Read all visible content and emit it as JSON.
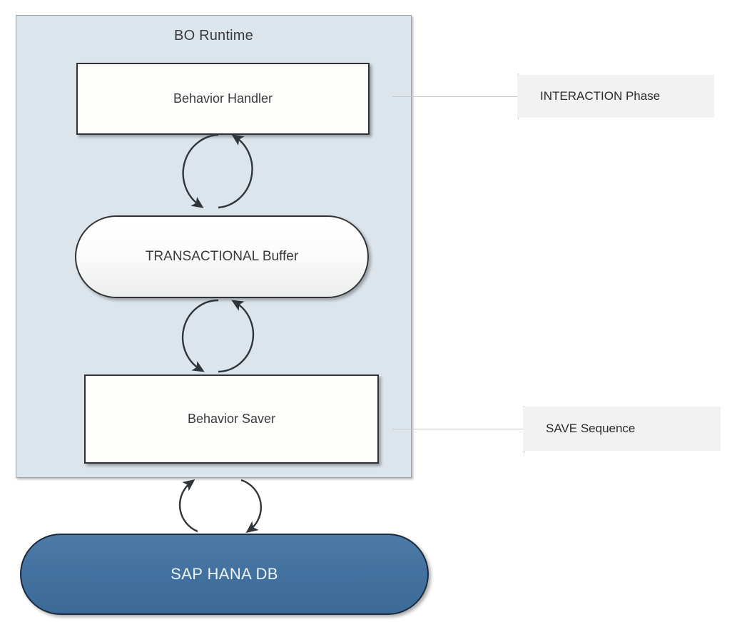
{
  "diagram": {
    "title": "BO Runtime",
    "container": {
      "name": "BO Runtime",
      "fill_color": "#dce4ec",
      "border_color": "#9aa3ad"
    },
    "nodes": [
      {
        "id": "behavior-handler",
        "label": "Behavior Handler",
        "shape": "rectangle",
        "fill_color": "#fdfdfb",
        "border_color": "#2f3337",
        "text_color": "#3a3a3a"
      },
      {
        "id": "transactional-buffer",
        "label": "TRANSACTIONAL Buffer",
        "shape": "stadium",
        "fill_color": "#fbfbfb",
        "border_color": "#2f3337",
        "text_color": "#3a3a3a"
      },
      {
        "id": "behavior-saver",
        "label": "Behavior Saver",
        "shape": "rectangle",
        "fill_color": "#fdfdfb",
        "border_color": "#2f3337",
        "text_color": "#3a3a3a"
      },
      {
        "id": "sap-hana-db",
        "label": "SAP HANA DB",
        "shape": "stadium",
        "fill_color": "#4372a0",
        "border_color": "#1b2a3c",
        "text_color": "#eef3f8"
      }
    ],
    "connectors": [
      {
        "id": "handler-buffer-cycle",
        "type": "bidirectional-cycle",
        "from": "behavior-handler",
        "to": "transactional-buffer"
      },
      {
        "id": "buffer-saver-cycle",
        "type": "bidirectional-cycle",
        "from": "transactional-buffer",
        "to": "behavior-saver"
      },
      {
        "id": "runtime-db-cycle",
        "type": "bidirectional-cycle",
        "from": "bo-runtime",
        "to": "sap-hana-db"
      }
    ],
    "callouts": [
      {
        "id": "interaction-phase",
        "label": "INTERACTION Phase",
        "points_to": "behavior-handler",
        "box_color": "#f2f2f2",
        "text_color": "#2b2b2b"
      },
      {
        "id": "save-sequence",
        "label": "SAVE Sequence",
        "points_to": "behavior-saver",
        "box_color": "#f2f2f2",
        "text_color": "#2b2b2b"
      }
    ]
  }
}
